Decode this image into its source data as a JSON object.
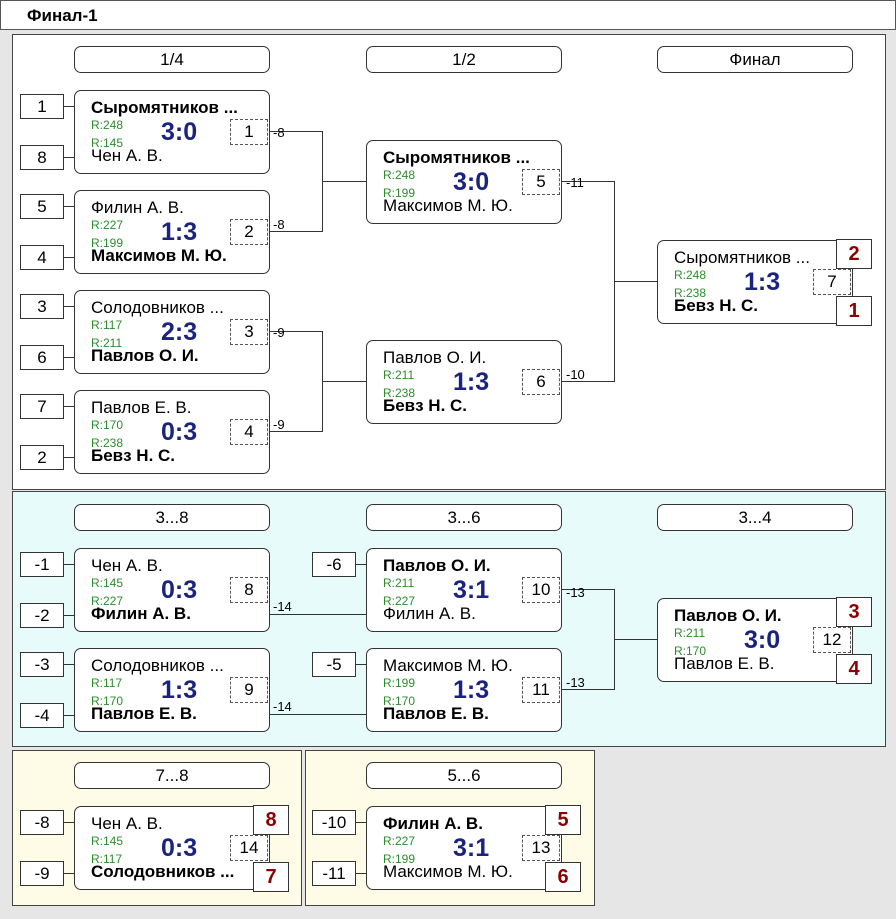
{
  "title": "Финал-1",
  "colors": {
    "main_bg": "#ffffff",
    "lower_bg": "#e7fbfb",
    "places_bg": "#fefce6",
    "score": "#1a237e",
    "rating": "#2e8b2e",
    "place": "#8b0000"
  },
  "main": {
    "headers": [
      "1/4",
      "1/2",
      "Финал"
    ],
    "seeds": [
      "1",
      "8",
      "5",
      "4",
      "3",
      "6",
      "7",
      "2"
    ],
    "matches": [
      {
        "p1": "Сыромятников ...",
        "p2": "Чен А. В.",
        "r1": "R:248",
        "r2": "R:145",
        "score": "3:0",
        "num": "1",
        "win": 1
      },
      {
        "p1": "Филин А. В.",
        "p2": "Максимов М. Ю.",
        "r1": "R:227",
        "r2": "R:199",
        "score": "1:3",
        "num": "2",
        "win": 2
      },
      {
        "p1": "Солодовников ...",
        "p2": "Павлов О. И.",
        "r1": "R:117",
        "r2": "R:211",
        "score": "2:3",
        "num": "3",
        "win": 2
      },
      {
        "p1": "Павлов Е. В.",
        "p2": "Бевз Н. С.",
        "r1": "R:170",
        "r2": "R:238",
        "score": "0:3",
        "num": "4",
        "win": 2
      },
      {
        "p1": "Сыромятников ...",
        "p2": "Максимов М. Ю.",
        "r1": "R:248",
        "r2": "R:199",
        "score": "3:0",
        "num": "5",
        "win": 1
      },
      {
        "p1": "Павлов О. И.",
        "p2": "Бевз Н. С.",
        "r1": "R:211",
        "r2": "R:238",
        "score": "1:3",
        "num": "6",
        "win": 2
      },
      {
        "p1": "Сыромятников ...",
        "p2": "Бевз Н. С.",
        "r1": "R:248",
        "r2": "R:238",
        "score": "1:3",
        "num": "7",
        "win": 2
      }
    ],
    "loser_labels": [
      "-8",
      "-8",
      "-9",
      "-9",
      "-11",
      "-10"
    ],
    "places": [
      "2",
      "1"
    ]
  },
  "lower": {
    "headers": [
      "3...8",
      "3...6",
      "3...4"
    ],
    "seeds": [
      "-1",
      "-2",
      "-3",
      "-4",
      "-6",
      "-5"
    ],
    "matches": [
      {
        "p1": "Чен А. В.",
        "p2": "Филин А. В.",
        "r1": "R:145",
        "r2": "R:227",
        "score": "0:3",
        "num": "8",
        "win": 2
      },
      {
        "p1": "Солодовников ...",
        "p2": "Павлов Е. В.",
        "r1": "R:117",
        "r2": "R:170",
        "score": "1:3",
        "num": "9",
        "win": 2
      },
      {
        "p1": "Павлов О. И.",
        "p2": "Филин А. В.",
        "r1": "R:211",
        "r2": "R:227",
        "score": "3:1",
        "num": "10",
        "win": 1
      },
      {
        "p1": "Максимов М. Ю.",
        "p2": "Павлов Е. В.",
        "r1": "R:199",
        "r2": "R:170",
        "score": "1:3",
        "num": "11",
        "win": 2
      },
      {
        "p1": "Павлов О. И.",
        "p2": "Павлов Е. В.",
        "r1": "R:211",
        "r2": "R:170",
        "score": "3:0",
        "num": "12",
        "win": 1
      }
    ],
    "loser_labels": [
      "-14",
      "-14",
      "-13",
      "-13"
    ],
    "places": [
      "3",
      "4"
    ]
  },
  "seventh": {
    "header": "7...8",
    "seeds": [
      "-8",
      "-9"
    ],
    "match": {
      "p1": "Чен А. В.",
      "p2": "Солодовников ...",
      "r1": "R:145",
      "r2": "R:117",
      "score": "0:3",
      "num": "14",
      "win": 2
    },
    "places": [
      "8",
      "7"
    ]
  },
  "fifth": {
    "header": "5...6",
    "seeds": [
      "-10",
      "-11"
    ],
    "match": {
      "p1": "Филин А. В.",
      "p2": "Максимов М. Ю.",
      "r1": "R:227",
      "r2": "R:199",
      "score": "3:1",
      "num": "13",
      "win": 1
    },
    "places": [
      "5",
      "6"
    ]
  }
}
